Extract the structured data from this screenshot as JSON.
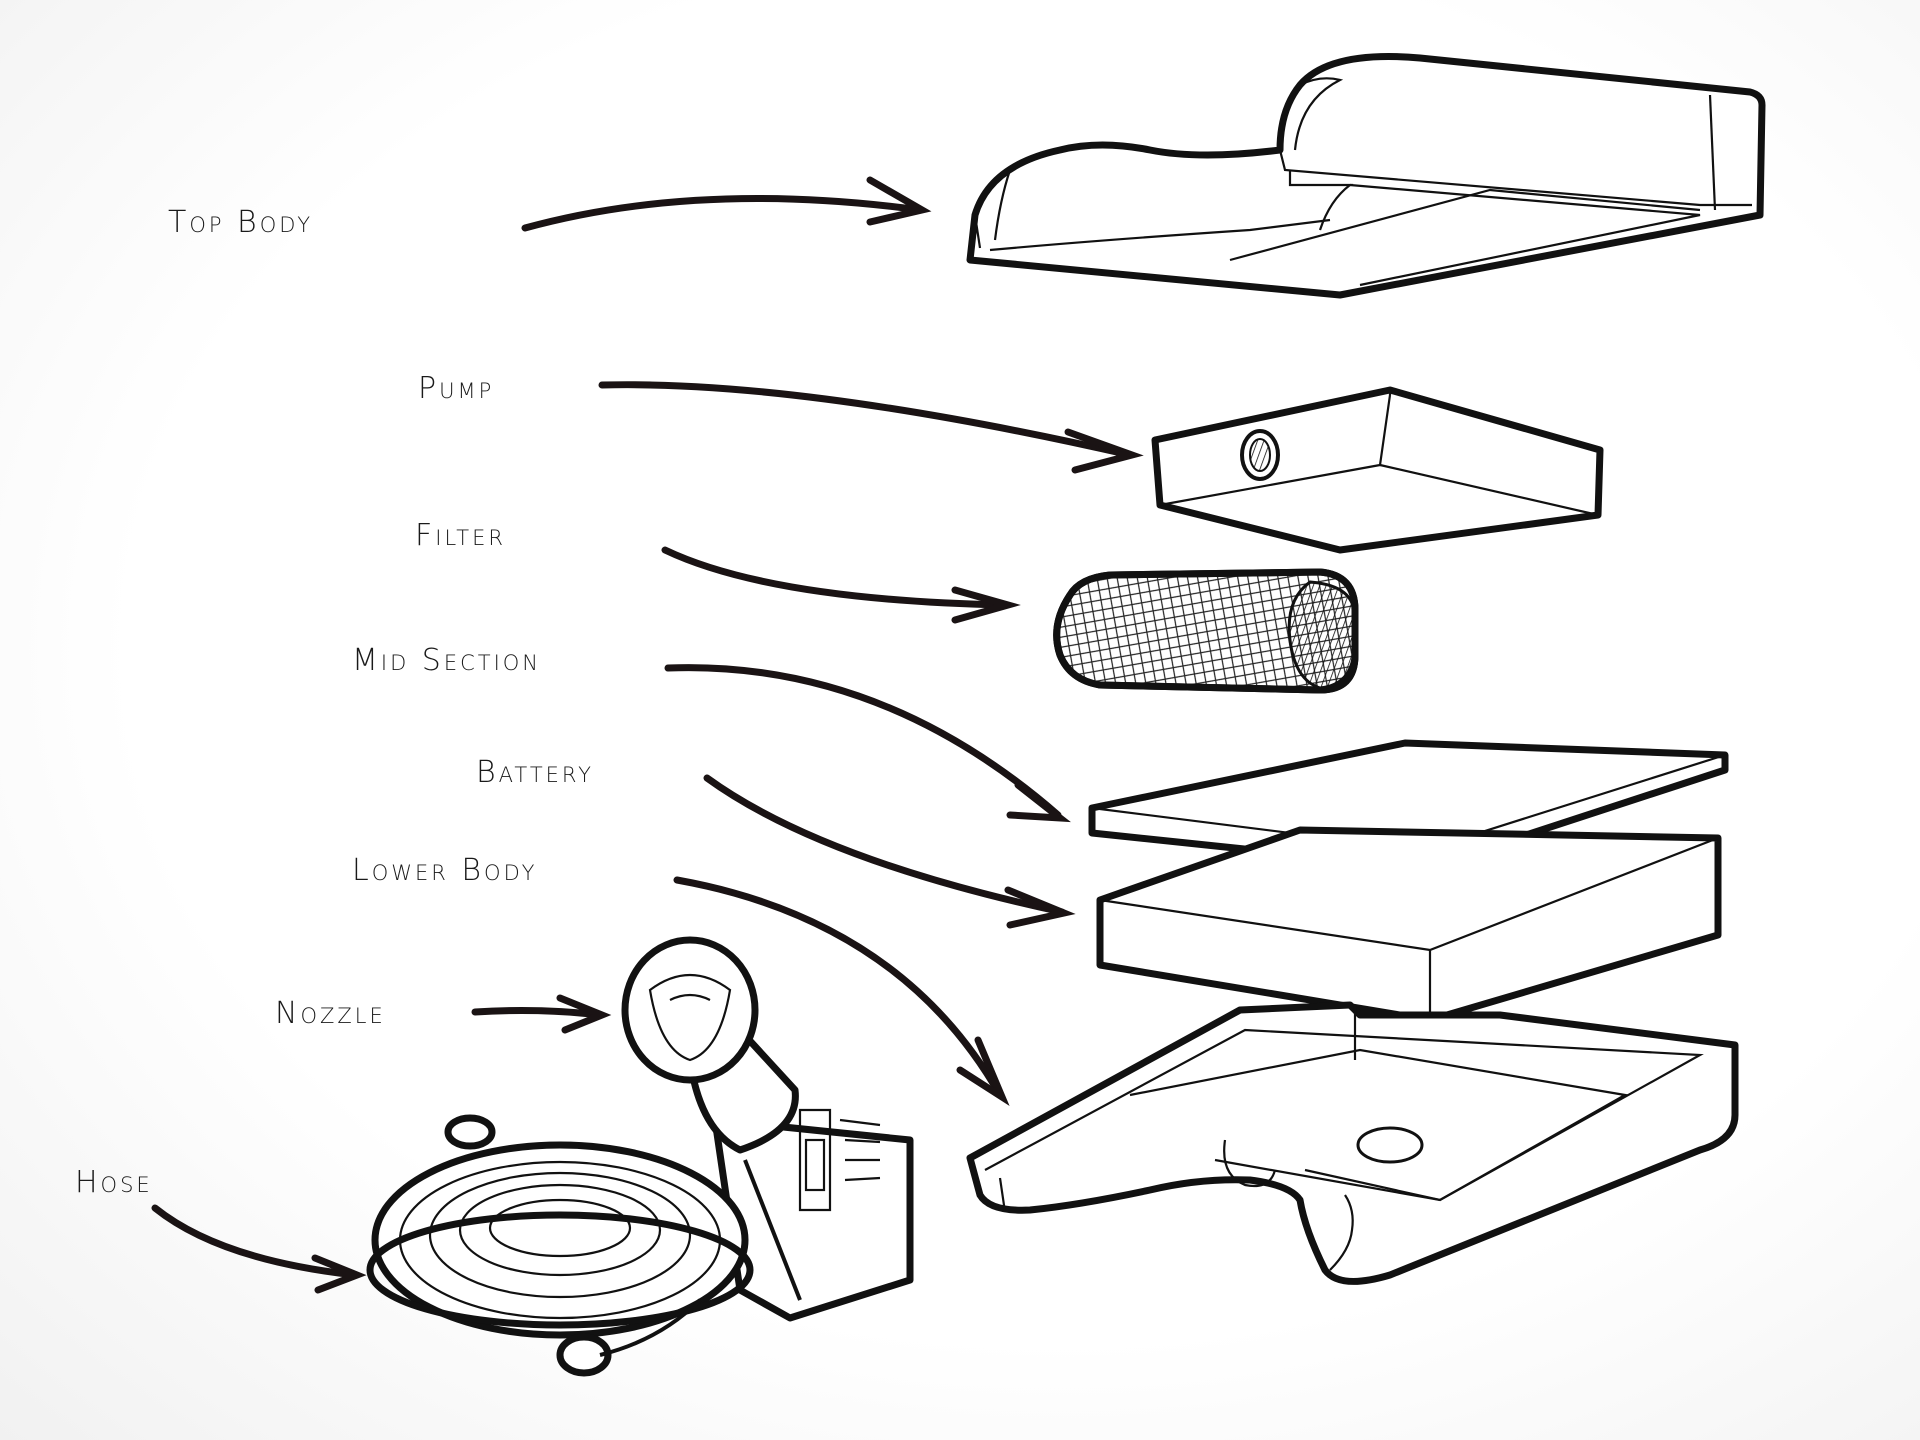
{
  "labels": {
    "top_body": "Top Body",
    "pump": "Pump",
    "filter": "Filter",
    "mid_section": "Mid Section",
    "battery": "Battery",
    "lower_body": "Lower Body",
    "nozzle": "Nozzle",
    "hose": "Hose"
  },
  "colors": {
    "ink": "#111111",
    "arrow": "#1a1314",
    "paper": "#ffffff"
  }
}
